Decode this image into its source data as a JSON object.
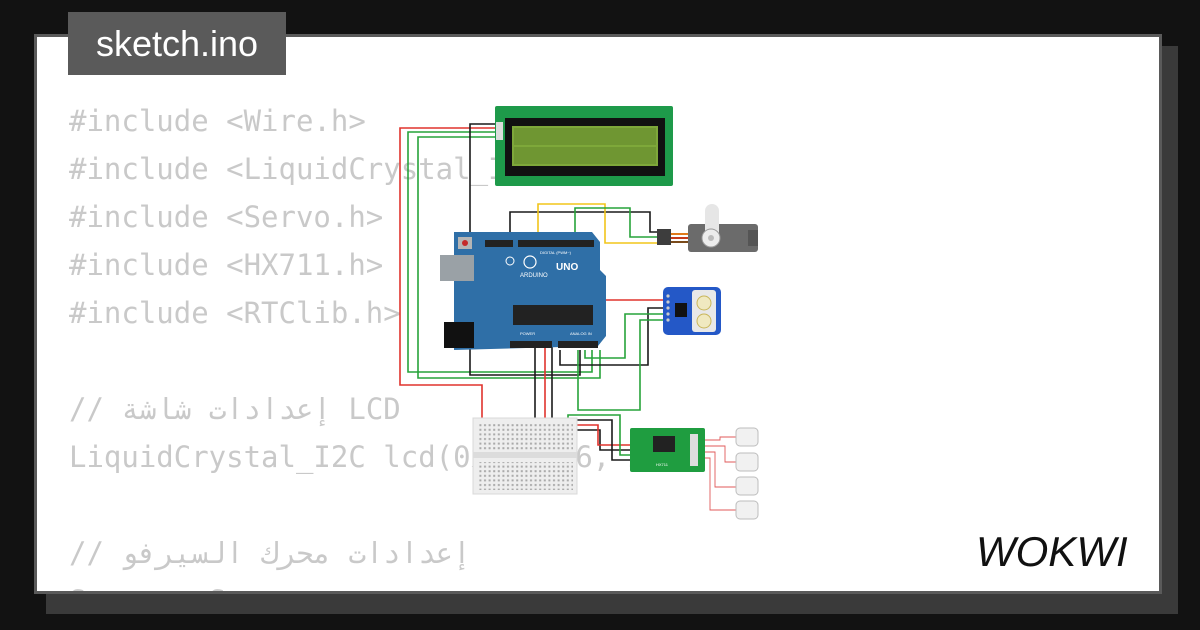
{
  "file_tab": {
    "name": "sketch.ino"
  },
  "code": {
    "lines": [
      "#include <Wire.h>",
      "#include <LiquidCrystal_I2C.h>",
      "#include <Servo.h>",
      "#include <HX711.h>",
      "#include <RTClib.h>",
      "",
      "// إعدادات شاشة LCD",
      "LiquidCrystal_I2C lcd(0x27, 16, 2);",
      "",
      "// إعدادات محرك السيرفو",
      "Servo myServo;"
    ]
  },
  "board": {
    "model": "UNO",
    "brand": "ARDUINO",
    "digital_label": "DIGITAL (PWM~)",
    "analog_label": "ANALOG IN",
    "power_label": "POWER"
  },
  "hx711": {
    "label": "HX711"
  },
  "brand": {
    "logo": "WOKWI"
  },
  "colors": {
    "background": "#121212",
    "card": "#ffffff",
    "tab": "#5a5a5a",
    "code_text": "#c9c9c9",
    "arduino": "#2f6fa7",
    "lcd": "#1e9a4a",
    "pcb_green": "#1f9d40",
    "rtc_blue": "#2458c7",
    "wire_red": "#e0332d",
    "wire_green": "#27a33a",
    "wire_black": "#1a1a1a",
    "wire_yellow": "#f2c51a"
  }
}
